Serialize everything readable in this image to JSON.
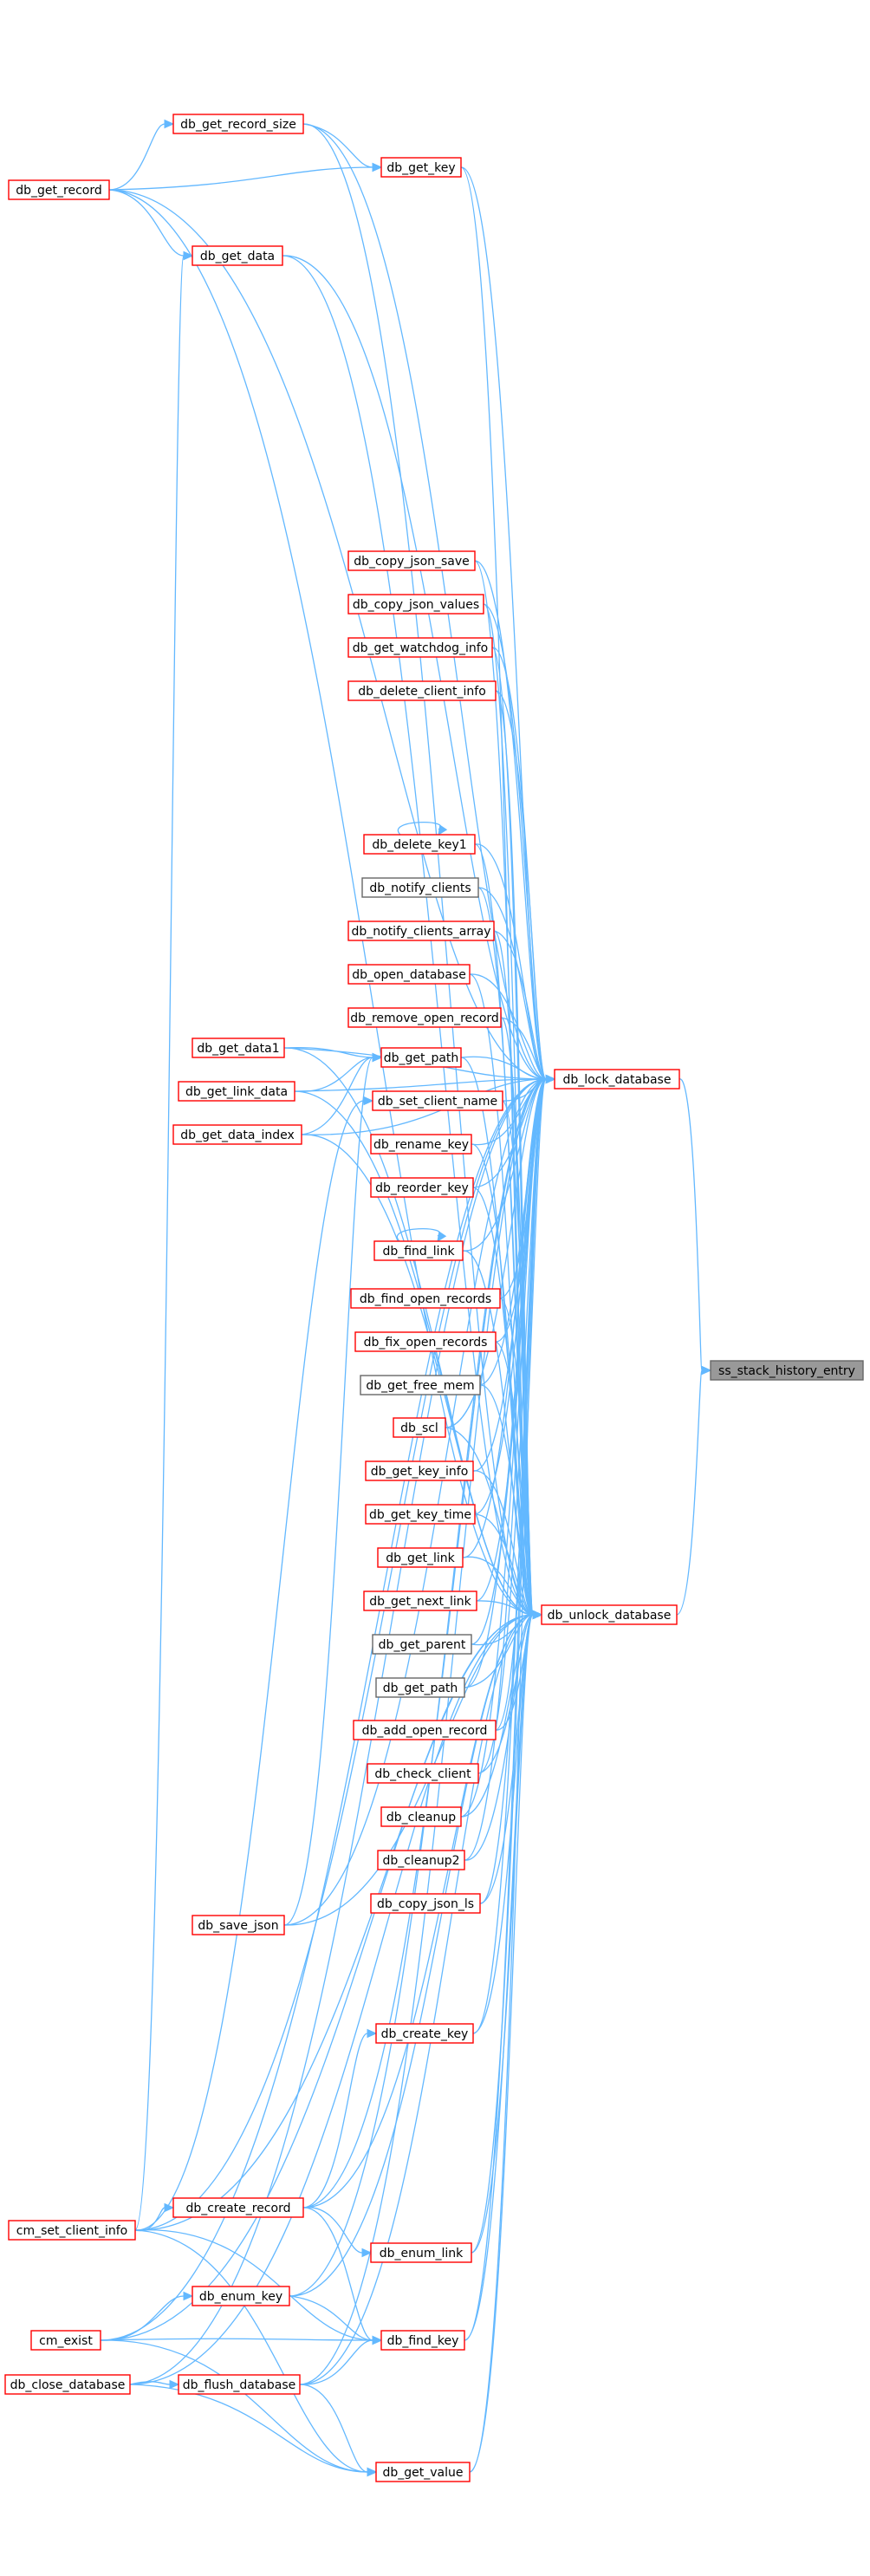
{
  "colors": {
    "edge": "#63b8ff",
    "node_border_red": "#ff0000",
    "node_border_gray": "#666666",
    "node_fill": "#ffffff",
    "root_fill": "#999999",
    "root_border": "#666666"
  },
  "nodes": [
    {
      "id": "ss_stack_history_entry",
      "label": "ss_stack_history_entry",
      "style": "root"
    },
    {
      "id": "db_lock_database",
      "label": "db_lock_database",
      "style": "red"
    },
    {
      "id": "db_unlock_database",
      "label": "db_unlock_database",
      "style": "red"
    },
    {
      "id": "db_get_record_size",
      "label": "db_get_record_size",
      "style": "red"
    },
    {
      "id": "db_get_key",
      "label": "db_get_key",
      "style": "red"
    },
    {
      "id": "db_get_record",
      "label": "db_get_record",
      "style": "red"
    },
    {
      "id": "db_get_data",
      "label": "db_get_data",
      "style": "red"
    },
    {
      "id": "db_copy_json_save",
      "label": "db_copy_json_save",
      "style": "red"
    },
    {
      "id": "db_copy_json_values",
      "label": "db_copy_json_values",
      "style": "red"
    },
    {
      "id": "db_get_watchdog_info",
      "label": "db_get_watchdog_info",
      "style": "red"
    },
    {
      "id": "db_delete_client_info",
      "label": "db_delete_client_info",
      "style": "red"
    },
    {
      "id": "db_delete_key1",
      "label": "db_delete_key1",
      "style": "red"
    },
    {
      "id": "db_notify_clients",
      "label": "db_notify_clients",
      "style": "gray"
    },
    {
      "id": "db_notify_clients_array",
      "label": "db_notify_clients_array",
      "style": "red"
    },
    {
      "id": "db_open_database",
      "label": "db_open_database",
      "style": "red"
    },
    {
      "id": "db_remove_open_record",
      "label": "db_remove_open_record",
      "style": "red"
    },
    {
      "id": "db_get_data1",
      "label": "db_get_data1",
      "style": "red"
    },
    {
      "id": "db_get_path_red",
      "label": "db_get_path",
      "style": "red"
    },
    {
      "id": "db_get_link_data",
      "label": "db_get_link_data",
      "style": "red"
    },
    {
      "id": "db_get_data_index",
      "label": "db_get_data_index",
      "style": "red"
    },
    {
      "id": "db_set_client_name",
      "label": "db_set_client_name",
      "style": "red"
    },
    {
      "id": "db_rename_key",
      "label": "db_rename_key",
      "style": "red"
    },
    {
      "id": "db_reorder_key",
      "label": "db_reorder_key",
      "style": "red"
    },
    {
      "id": "db_find_link",
      "label": "db_find_link",
      "style": "red"
    },
    {
      "id": "db_find_open_records",
      "label": "db_find_open_records",
      "style": "red"
    },
    {
      "id": "db_fix_open_records",
      "label": "db_fix_open_records",
      "style": "red"
    },
    {
      "id": "db_get_free_mem",
      "label": "db_get_free_mem",
      "style": "gray"
    },
    {
      "id": "db_scl",
      "label": "db_scl",
      "style": "red"
    },
    {
      "id": "db_get_key_info",
      "label": "db_get_key_info",
      "style": "red"
    },
    {
      "id": "db_get_key_time",
      "label": "db_get_key_time",
      "style": "red"
    },
    {
      "id": "db_get_link",
      "label": "db_get_link",
      "style": "red"
    },
    {
      "id": "db_get_next_link",
      "label": "db_get_next_link",
      "style": "red"
    },
    {
      "id": "db_get_parent",
      "label": "db_get_parent",
      "style": "gray"
    },
    {
      "id": "db_get_path_gray",
      "label": "db_get_path",
      "style": "gray"
    },
    {
      "id": "db_add_open_record",
      "label": "db_add_open_record",
      "style": "red"
    },
    {
      "id": "db_check_client",
      "label": "db_check_client",
      "style": "red"
    },
    {
      "id": "db_cleanup",
      "label": "db_cleanup",
      "style": "red"
    },
    {
      "id": "db_cleanup2",
      "label": "db_cleanup2",
      "style": "red"
    },
    {
      "id": "db_copy_json_ls",
      "label": "db_copy_json_ls",
      "style": "red"
    },
    {
      "id": "db_save_json",
      "label": "db_save_json",
      "style": "red"
    },
    {
      "id": "db_create_key",
      "label": "db_create_key",
      "style": "red"
    },
    {
      "id": "db_create_record",
      "label": "db_create_record",
      "style": "red"
    },
    {
      "id": "cm_set_client_info",
      "label": "cm_set_client_info",
      "style": "red"
    },
    {
      "id": "db_enum_link",
      "label": "db_enum_link",
      "style": "red"
    },
    {
      "id": "db_enum_key",
      "label": "db_enum_key",
      "style": "red"
    },
    {
      "id": "cm_exist",
      "label": "cm_exist",
      "style": "red"
    },
    {
      "id": "db_find_key",
      "label": "db_find_key",
      "style": "red"
    },
    {
      "id": "db_close_database",
      "label": "db_close_database",
      "style": "red"
    },
    {
      "id": "db_flush_database",
      "label": "db_flush_database",
      "style": "red"
    },
    {
      "id": "db_get_value",
      "label": "db_get_value",
      "style": "red"
    }
  ],
  "edges": [
    {
      "from": "db_lock_database",
      "to": "ss_stack_history_entry"
    },
    {
      "from": "db_unlock_database",
      "to": "ss_stack_history_entry"
    },
    {
      "from": "db_get_record_size",
      "to": "db_lock_database"
    },
    {
      "from": "db_get_key",
      "to": "db_lock_database"
    },
    {
      "from": "db_get_record",
      "to": "db_lock_database"
    },
    {
      "from": "db_get_data",
      "to": "db_lock_database"
    },
    {
      "from": "db_copy_json_save",
      "to": "db_lock_database"
    },
    {
      "from": "db_copy_json_values",
      "to": "db_lock_database"
    },
    {
      "from": "db_get_watchdog_info",
      "to": "db_lock_database"
    },
    {
      "from": "db_delete_client_info",
      "to": "db_lock_database"
    },
    {
      "from": "db_delete_key1",
      "to": "db_lock_database"
    },
    {
      "from": "db_notify_clients",
      "to": "db_lock_database"
    },
    {
      "from": "db_notify_clients_array",
      "to": "db_lock_database"
    },
    {
      "from": "db_open_database",
      "to": "db_lock_database"
    },
    {
      "from": "db_remove_open_record",
      "to": "db_lock_database"
    },
    {
      "from": "db_get_path_red",
      "to": "db_lock_database"
    },
    {
      "from": "db_set_client_name",
      "to": "db_lock_database"
    },
    {
      "from": "db_rename_key",
      "to": "db_lock_database"
    },
    {
      "from": "db_reorder_key",
      "to": "db_lock_database"
    },
    {
      "from": "db_find_link",
      "to": "db_lock_database"
    },
    {
      "from": "db_find_open_records",
      "to": "db_lock_database"
    },
    {
      "from": "db_fix_open_records",
      "to": "db_lock_database"
    },
    {
      "from": "db_get_free_mem",
      "to": "db_lock_database"
    },
    {
      "from": "db_scl",
      "to": "db_lock_database"
    },
    {
      "from": "db_get_key_info",
      "to": "db_lock_database"
    },
    {
      "from": "db_get_key_time",
      "to": "db_lock_database"
    },
    {
      "from": "db_get_link",
      "to": "db_lock_database"
    },
    {
      "from": "db_get_next_link",
      "to": "db_lock_database"
    },
    {
      "from": "db_get_parent",
      "to": "db_lock_database"
    },
    {
      "from": "db_get_path_gray",
      "to": "db_lock_database"
    },
    {
      "from": "db_add_open_record",
      "to": "db_lock_database"
    },
    {
      "from": "db_check_client",
      "to": "db_lock_database"
    },
    {
      "from": "db_cleanup",
      "to": "db_lock_database"
    },
    {
      "from": "db_cleanup2",
      "to": "db_lock_database"
    },
    {
      "from": "db_copy_json_ls",
      "to": "db_lock_database"
    },
    {
      "from": "db_save_json",
      "to": "db_lock_database"
    },
    {
      "from": "db_create_key",
      "to": "db_lock_database"
    },
    {
      "from": "db_create_record",
      "to": "db_lock_database"
    },
    {
      "from": "cm_set_client_info",
      "to": "db_lock_database"
    },
    {
      "from": "db_enum_link",
      "to": "db_lock_database"
    },
    {
      "from": "db_enum_key",
      "to": "db_lock_database"
    },
    {
      "from": "db_find_key",
      "to": "db_lock_database"
    },
    {
      "from": "db_flush_database",
      "to": "db_lock_database"
    },
    {
      "from": "db_get_value",
      "to": "db_lock_database"
    },
    {
      "from": "db_close_database",
      "to": "db_lock_database"
    },
    {
      "from": "cm_exist",
      "to": "db_lock_database"
    },
    {
      "from": "db_get_data1",
      "to": "db_lock_database"
    },
    {
      "from": "db_get_link_data",
      "to": "db_lock_database"
    },
    {
      "from": "db_get_data_index",
      "to": "db_lock_database"
    },
    {
      "from": "db_get_record_size",
      "to": "db_unlock_database"
    },
    {
      "from": "db_get_key",
      "to": "db_unlock_database"
    },
    {
      "from": "db_get_record",
      "to": "db_unlock_database"
    },
    {
      "from": "db_get_data",
      "to": "db_unlock_database"
    },
    {
      "from": "db_copy_json_save",
      "to": "db_unlock_database"
    },
    {
      "from": "db_copy_json_values",
      "to": "db_unlock_database"
    },
    {
      "from": "db_get_watchdog_info",
      "to": "db_unlock_database"
    },
    {
      "from": "db_delete_client_info",
      "to": "db_unlock_database"
    },
    {
      "from": "db_delete_key1",
      "to": "db_unlock_database"
    },
    {
      "from": "db_notify_clients",
      "to": "db_unlock_database"
    },
    {
      "from": "db_notify_clients_array",
      "to": "db_unlock_database"
    },
    {
      "from": "db_open_database",
      "to": "db_unlock_database"
    },
    {
      "from": "db_remove_open_record",
      "to": "db_unlock_database"
    },
    {
      "from": "db_get_path_red",
      "to": "db_unlock_database"
    },
    {
      "from": "db_set_client_name",
      "to": "db_unlock_database"
    },
    {
      "from": "db_rename_key",
      "to": "db_unlock_database"
    },
    {
      "from": "db_reorder_key",
      "to": "db_unlock_database"
    },
    {
      "from": "db_find_link",
      "to": "db_unlock_database"
    },
    {
      "from": "db_find_open_records",
      "to": "db_unlock_database"
    },
    {
      "from": "db_fix_open_records",
      "to": "db_unlock_database"
    },
    {
      "from": "db_get_free_mem",
      "to": "db_unlock_database"
    },
    {
      "from": "db_scl",
      "to": "db_unlock_database"
    },
    {
      "from": "db_get_key_info",
      "to": "db_unlock_database"
    },
    {
      "from": "db_get_key_time",
      "to": "db_unlock_database"
    },
    {
      "from": "db_get_link",
      "to": "db_unlock_database"
    },
    {
      "from": "db_get_next_link",
      "to": "db_unlock_database"
    },
    {
      "from": "db_get_parent",
      "to": "db_unlock_database"
    },
    {
      "from": "db_get_path_gray",
      "to": "db_unlock_database"
    },
    {
      "from": "db_add_open_record",
      "to": "db_unlock_database"
    },
    {
      "from": "db_check_client",
      "to": "db_unlock_database"
    },
    {
      "from": "db_cleanup",
      "to": "db_unlock_database"
    },
    {
      "from": "db_cleanup2",
      "to": "db_unlock_database"
    },
    {
      "from": "db_copy_json_ls",
      "to": "db_unlock_database"
    },
    {
      "from": "db_save_json",
      "to": "db_unlock_database"
    },
    {
      "from": "db_create_key",
      "to": "db_unlock_database"
    },
    {
      "from": "db_create_record",
      "to": "db_unlock_database"
    },
    {
      "from": "cm_set_client_info",
      "to": "db_unlock_database"
    },
    {
      "from": "db_enum_link",
      "to": "db_unlock_database"
    },
    {
      "from": "db_enum_key",
      "to": "db_unlock_database"
    },
    {
      "from": "db_find_key",
      "to": "db_unlock_database"
    },
    {
      "from": "db_flush_database",
      "to": "db_unlock_database"
    },
    {
      "from": "db_get_value",
      "to": "db_unlock_database"
    },
    {
      "from": "db_close_database",
      "to": "db_unlock_database"
    },
    {
      "from": "cm_exist",
      "to": "db_unlock_database"
    },
    {
      "from": "db_get_data1",
      "to": "db_unlock_database"
    },
    {
      "from": "db_get_link_data",
      "to": "db_unlock_database"
    },
    {
      "from": "db_get_data_index",
      "to": "db_unlock_database"
    },
    {
      "from": "db_get_record",
      "to": "db_get_record_size"
    },
    {
      "from": "db_get_record_size",
      "to": "db_get_key"
    },
    {
      "from": "db_get_record",
      "to": "db_get_key"
    },
    {
      "from": "db_get_record",
      "to": "db_get_data"
    },
    {
      "from": "cm_set_client_info",
      "to": "db_get_data"
    },
    {
      "from": "db_delete_key1",
      "to": "db_delete_key1"
    },
    {
      "from": "db_find_link",
      "to": "db_find_link"
    },
    {
      "from": "db_get_data1",
      "to": "db_get_path_red"
    },
    {
      "from": "db_get_link_data",
      "to": "db_get_path_red"
    },
    {
      "from": "db_get_data_index",
      "to": "db_get_path_red"
    },
    {
      "from": "db_save_json",
      "to": "db_get_path_red"
    },
    {
      "from": "cm_set_client_info",
      "to": "db_set_client_name"
    },
    {
      "from": "db_create_record",
      "to": "db_create_key"
    },
    {
      "from": "cm_set_client_info",
      "to": "db_create_record"
    },
    {
      "from": "db_create_record",
      "to": "db_enum_link"
    },
    {
      "from": "cm_exist",
      "to": "db_enum_key"
    },
    {
      "from": "cm_set_client_info",
      "to": "db_find_key"
    },
    {
      "from": "db_create_record",
      "to": "db_find_key"
    },
    {
      "from": "db_enum_key",
      "to": "db_find_key"
    },
    {
      "from": "cm_exist",
      "to": "db_find_key"
    },
    {
      "from": "db_flush_database",
      "to": "db_find_key"
    },
    {
      "from": "db_close_database",
      "to": "db_flush_database"
    },
    {
      "from": "db_flush_database",
      "to": "db_get_value"
    },
    {
      "from": "cm_set_client_info",
      "to": "db_get_value"
    },
    {
      "from": "cm_exist",
      "to": "db_get_value"
    },
    {
      "from": "db_close_database",
      "to": "db_get_value"
    }
  ]
}
